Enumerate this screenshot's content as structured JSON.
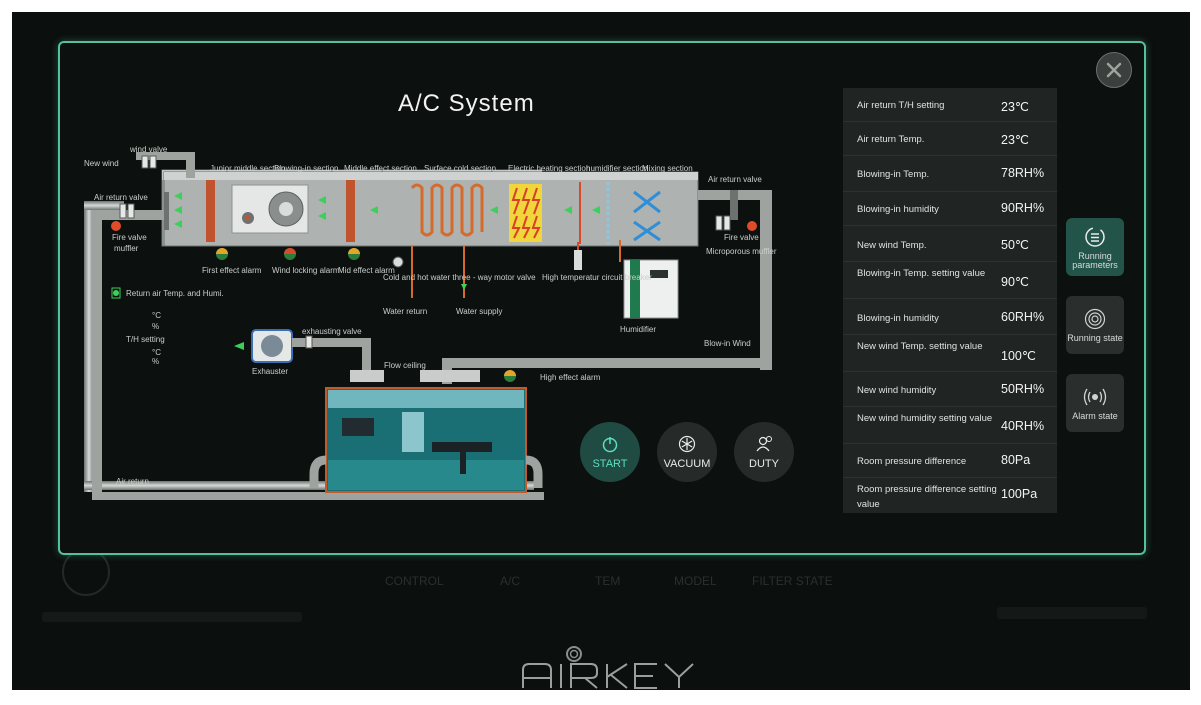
{
  "title": "A/C System",
  "bottom_nav": [
    "CONTROL",
    "A/C",
    "TEM",
    "MODEL",
    "FILTER STATE"
  ],
  "diagram": {
    "sections": [
      "Junior middle section",
      "Blowing-in section",
      "Middle effect section",
      "Surface cold section",
      "Electric heating section",
      "humidifier section",
      "Mixing section"
    ],
    "labels": {
      "new_wind": "New wind",
      "wind_valve": "wind valve",
      "air_return_valve": "Air return valve",
      "fire_valve": "Fire valve",
      "muffler": "muffler",
      "first_effect_alarm": "First effect alarm",
      "wind_locking_alarm": "Wind locking alarm",
      "mid_effect_alarm": "Mid effect alarm",
      "cold_hot_water": "Cold and hot water three - way motor valve",
      "water_return": "Water return",
      "water_supply": "Water supply",
      "high_temp_breaker": "High temperatur circuit breaker",
      "humidifier": "Humidifier",
      "air_return_valve_right": "Air return valve",
      "fire_valve_right": "Fire valve",
      "microporous_muffler": "Microporous muffler",
      "return_air_temp": "Return air Temp. and Humi.",
      "unit_c": "°C",
      "unit_pct": "%",
      "th_setting": "T/H setting",
      "exhauster": "Exhauster",
      "exhausting_valve": "exhausting valve",
      "flow_ceiling": "Flow ceiling",
      "high_effect_alarm": "High effect alarm",
      "blow_in_wind": "Blow-in Wind",
      "air_return": "Air return"
    }
  },
  "controls": [
    {
      "label": "START",
      "icon": "power-icon",
      "active": true
    },
    {
      "label": "VACUUM",
      "icon": "snowflake-icon",
      "active": false
    },
    {
      "label": "DUTY",
      "icon": "duty-person-icon",
      "active": false
    }
  ],
  "parameters": [
    {
      "name": "Air return T/H setting",
      "value": "23℃"
    },
    {
      "name": "Air return Temp.",
      "value": "23℃"
    },
    {
      "name": "Blowing-in Temp.",
      "value": "78RH%"
    },
    {
      "name": "Blowing-in humidity",
      "value": "90RH%"
    },
    {
      "name": "New wind Temp.",
      "value": "50℃"
    },
    {
      "name": "Blowing-in Temp. setting value",
      "value": "90℃"
    },
    {
      "name": "Blowing-in humidity",
      "value": "60RH%"
    },
    {
      "name": "New wind Temp. setting value",
      "value": "100℃"
    },
    {
      "name": "New wind humidity",
      "value": "50RH%"
    },
    {
      "name": "New wind humidity setting value",
      "value": "40RH%"
    },
    {
      "name": "Room pressure difference",
      "value": "80Pa"
    },
    {
      "name": "Room pressure difference setting value",
      "value": "100Pa"
    }
  ],
  "side_buttons": [
    {
      "label": "Running parameters",
      "icon": "running-parameters-icon",
      "active": true
    },
    {
      "label": "Running state",
      "icon": "running-state-icon",
      "active": false
    },
    {
      "label": "Alarm state",
      "icon": "alarm-icon",
      "active": false
    }
  ],
  "colors": {
    "accent": "#55bfa0",
    "panel": "#202423",
    "background": "#0b0f0d"
  }
}
